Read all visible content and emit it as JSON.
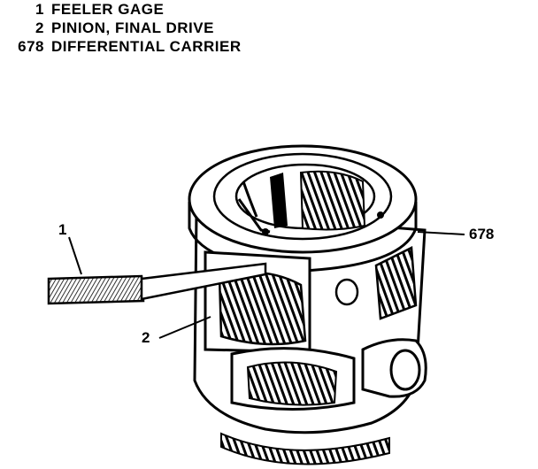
{
  "legend": [
    {
      "number": "1",
      "text": "FEELER GAGE"
    },
    {
      "number": "2",
      "text": "PINION, FINAL DRIVE"
    },
    {
      "number": "678",
      "text": "DIFFERENTIAL CARRIER"
    }
  ],
  "callouts": {
    "feeler_gage": "1",
    "pinion": "2",
    "carrier": "678"
  }
}
